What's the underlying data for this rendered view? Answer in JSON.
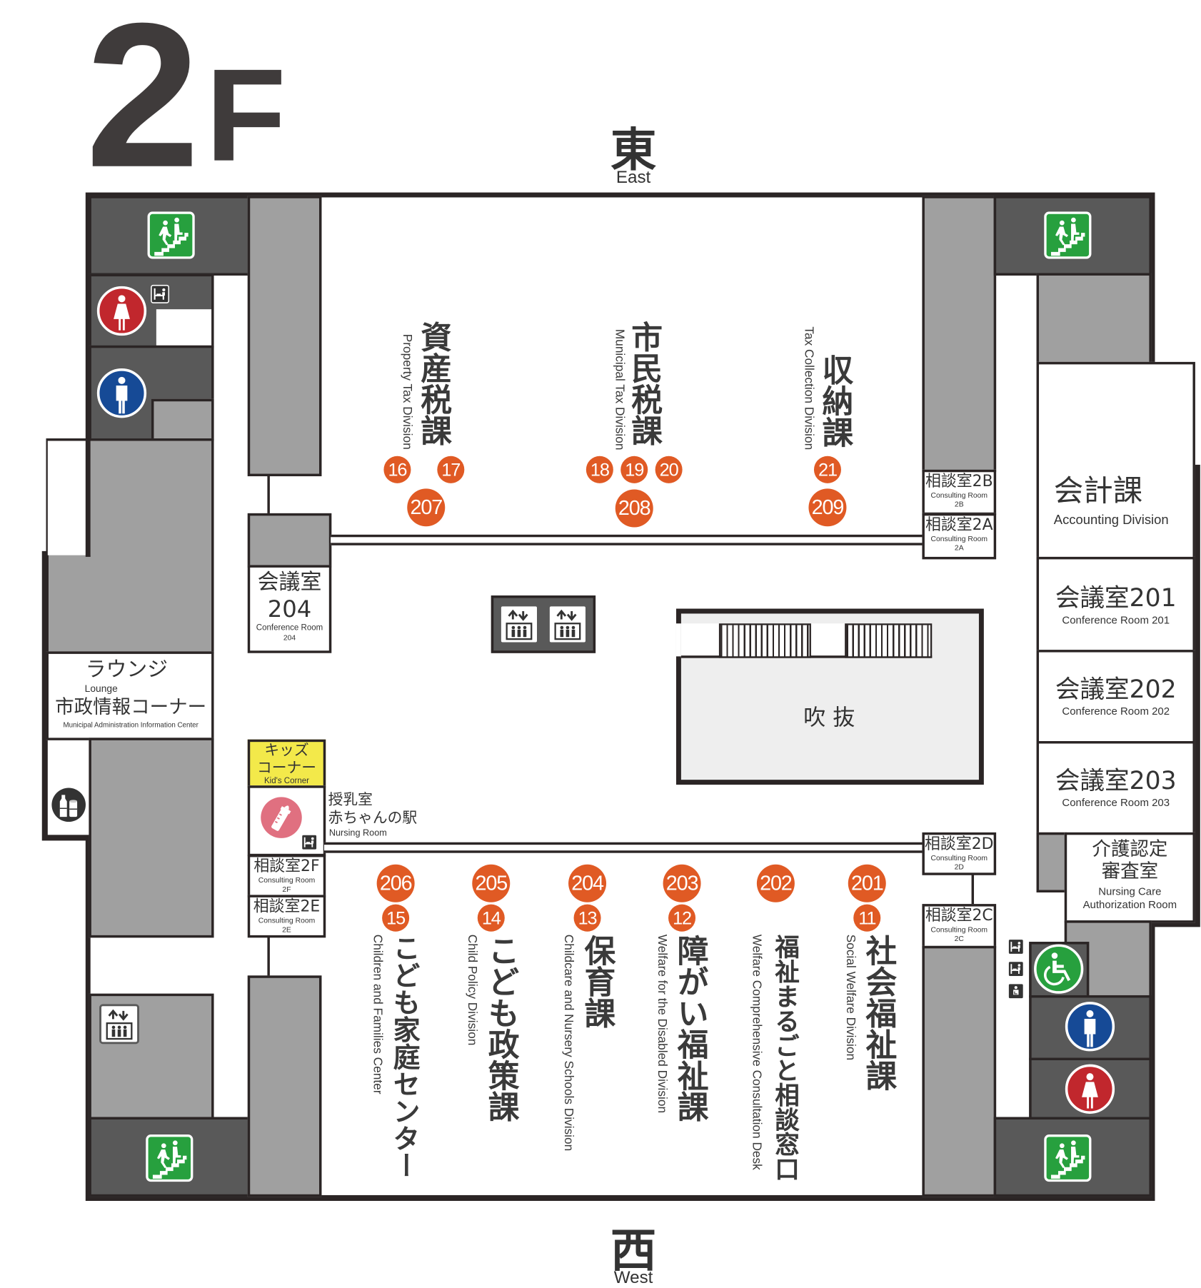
{
  "floor": {
    "number": "2",
    "suffix": "F"
  },
  "compass": {
    "east_ja": "東",
    "east_en": "East",
    "west_ja": "西",
    "west_en": "West"
  },
  "colors": {
    "wall": "#2b2525",
    "service": "#595959",
    "core": "#a0a0a0",
    "pin": "#e05a24",
    "exit_green": "#27a03e",
    "female_red": "#c1272d",
    "male_blue": "#164a96",
    "kids_yellow": "#f3e94a",
    "nursing_pink": "#e07080",
    "atrium": "#eeeeee"
  },
  "north_divisions": [
    {
      "ja": "資産税課",
      "en": "Property Tax Division",
      "numbers": [
        "16",
        "17"
      ],
      "window": "207"
    },
    {
      "ja": "市民税課",
      "en": "Municipal Tax Division",
      "numbers": [
        "18",
        "19",
        "20"
      ],
      "window": "208"
    },
    {
      "ja": "収納課",
      "en": "Tax Collection Division",
      "numbers": [
        "21"
      ],
      "window": "209"
    }
  ],
  "south_divisions": [
    {
      "ja": "こども家庭センター",
      "en": "Children and Families Center",
      "number": "15",
      "window": "206"
    },
    {
      "ja": "こども政策課",
      "en": "Child Policy Division",
      "number": "14",
      "window": "205"
    },
    {
      "ja": "保育課",
      "en": "Childcare and Nursery Schools Division",
      "number": "13",
      "window": "204"
    },
    {
      "ja": "障がい福祉課",
      "en": "Welfare for the Disabled Division",
      "number": "12",
      "window": "203"
    },
    {
      "ja": "福祉まるごと相談窓口",
      "en": "Welfare Comprehensive Consultation Desk",
      "window": "202"
    },
    {
      "ja": "社会福祉課",
      "en": "Social Welfare Division",
      "number": "11",
      "window": "201"
    }
  ],
  "rooms": {
    "conf204": {
      "ja": "会議室",
      "num": "204",
      "en": "Conference Room",
      "en_num": "204"
    },
    "lounge": {
      "ja": "ラウンジ",
      "en": "Lounge",
      "info_ja": "市政情報コーナー",
      "info_en": "Municipal Administration Information Center"
    },
    "kids": {
      "ja1": "キッズ",
      "ja2": "コーナー",
      "en": "Kid's Corner"
    },
    "nursing": {
      "ja1": "授乳室",
      "ja2": "赤ちゃんの駅",
      "en": "Nursing Room"
    },
    "consult": [
      {
        "ja": "相談室2B",
        "en": "Consulting Room",
        "code": "2B"
      },
      {
        "ja": "相談室2A",
        "en": "Consulting Room",
        "code": "2A"
      },
      {
        "ja": "相談室2D",
        "en": "Consulting Room",
        "code": "2D"
      },
      {
        "ja": "相談室2C",
        "en": "Consulting Room",
        "code": "2C"
      },
      {
        "ja": "相談室2F",
        "en": "Consulting Room",
        "code": "2F"
      },
      {
        "ja": "相談室2E",
        "en": "Consulting Room",
        "code": "2E"
      }
    ],
    "accounting": {
      "ja": "会計課",
      "en": "Accounting Division"
    },
    "conf": [
      {
        "ja": "会議室201",
        "en": "Conference Room 201"
      },
      {
        "ja": "会議室202",
        "en": "Conference Room 202"
      },
      {
        "ja": "会議室203",
        "en": "Conference Room 203"
      }
    ],
    "care": {
      "ja1": "介護認定",
      "ja2": "審査室",
      "en1": "Nursing Care",
      "en2": "Authorization Room"
    },
    "atrium": {
      "ja": "吹 抜"
    }
  },
  "icons": [
    "stairs-icon",
    "female-toilet-icon",
    "male-toilet-icon",
    "baby-changing-icon",
    "elevator-icon",
    "vending-machine-icon",
    "baby-bottle-icon",
    "wheelchair-icon",
    "ostomate-icon"
  ]
}
